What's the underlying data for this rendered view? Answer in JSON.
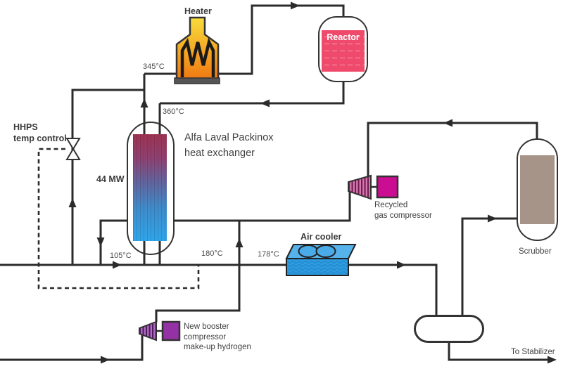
{
  "equipment": {
    "heater": {
      "label": "Heater"
    },
    "reactor": {
      "label": "Reactor"
    },
    "heat_exchanger": {
      "label": "Alfa Laval Packinox\nheat exchanger",
      "duty": "44 MW"
    },
    "hhps_valve": {
      "label": "HHPS\ntemp control"
    },
    "air_cooler": {
      "label": "Air cooler"
    },
    "recycled_gas_compressor": {
      "label": "Recycled\ngas compressor"
    },
    "booster_compressor": {
      "label": "New booster\ncompressor\nmake-up hydrogen"
    },
    "scrubber": {
      "label": "Scrubber"
    },
    "separator": {
      "label": ""
    }
  },
  "streams": {
    "heater_inlet_temp": "345°C",
    "reactor_outlet_temp": "360°C",
    "cold_feed_temp": "105°C",
    "hx_outlet_temp": "180°C",
    "air_cooler_inlet_temp": "178°C",
    "to_stabilizer": "To Stabilizer"
  },
  "colors": {
    "line": "#2b2b2b",
    "reactor_pink": "#EF4A6B",
    "magenta": "#CB0D92",
    "purple": "#9331A5",
    "cooler_blue": "#2D9BE0",
    "cooler_blue_top": "#55B2EA",
    "scrubber_gray": "#A69489",
    "heater_yellow": "#F8DC3C",
    "heater_orange": "#EE7212",
    "hx_hot": "#9E3352",
    "hx_cold": "#2FA3E8"
  }
}
